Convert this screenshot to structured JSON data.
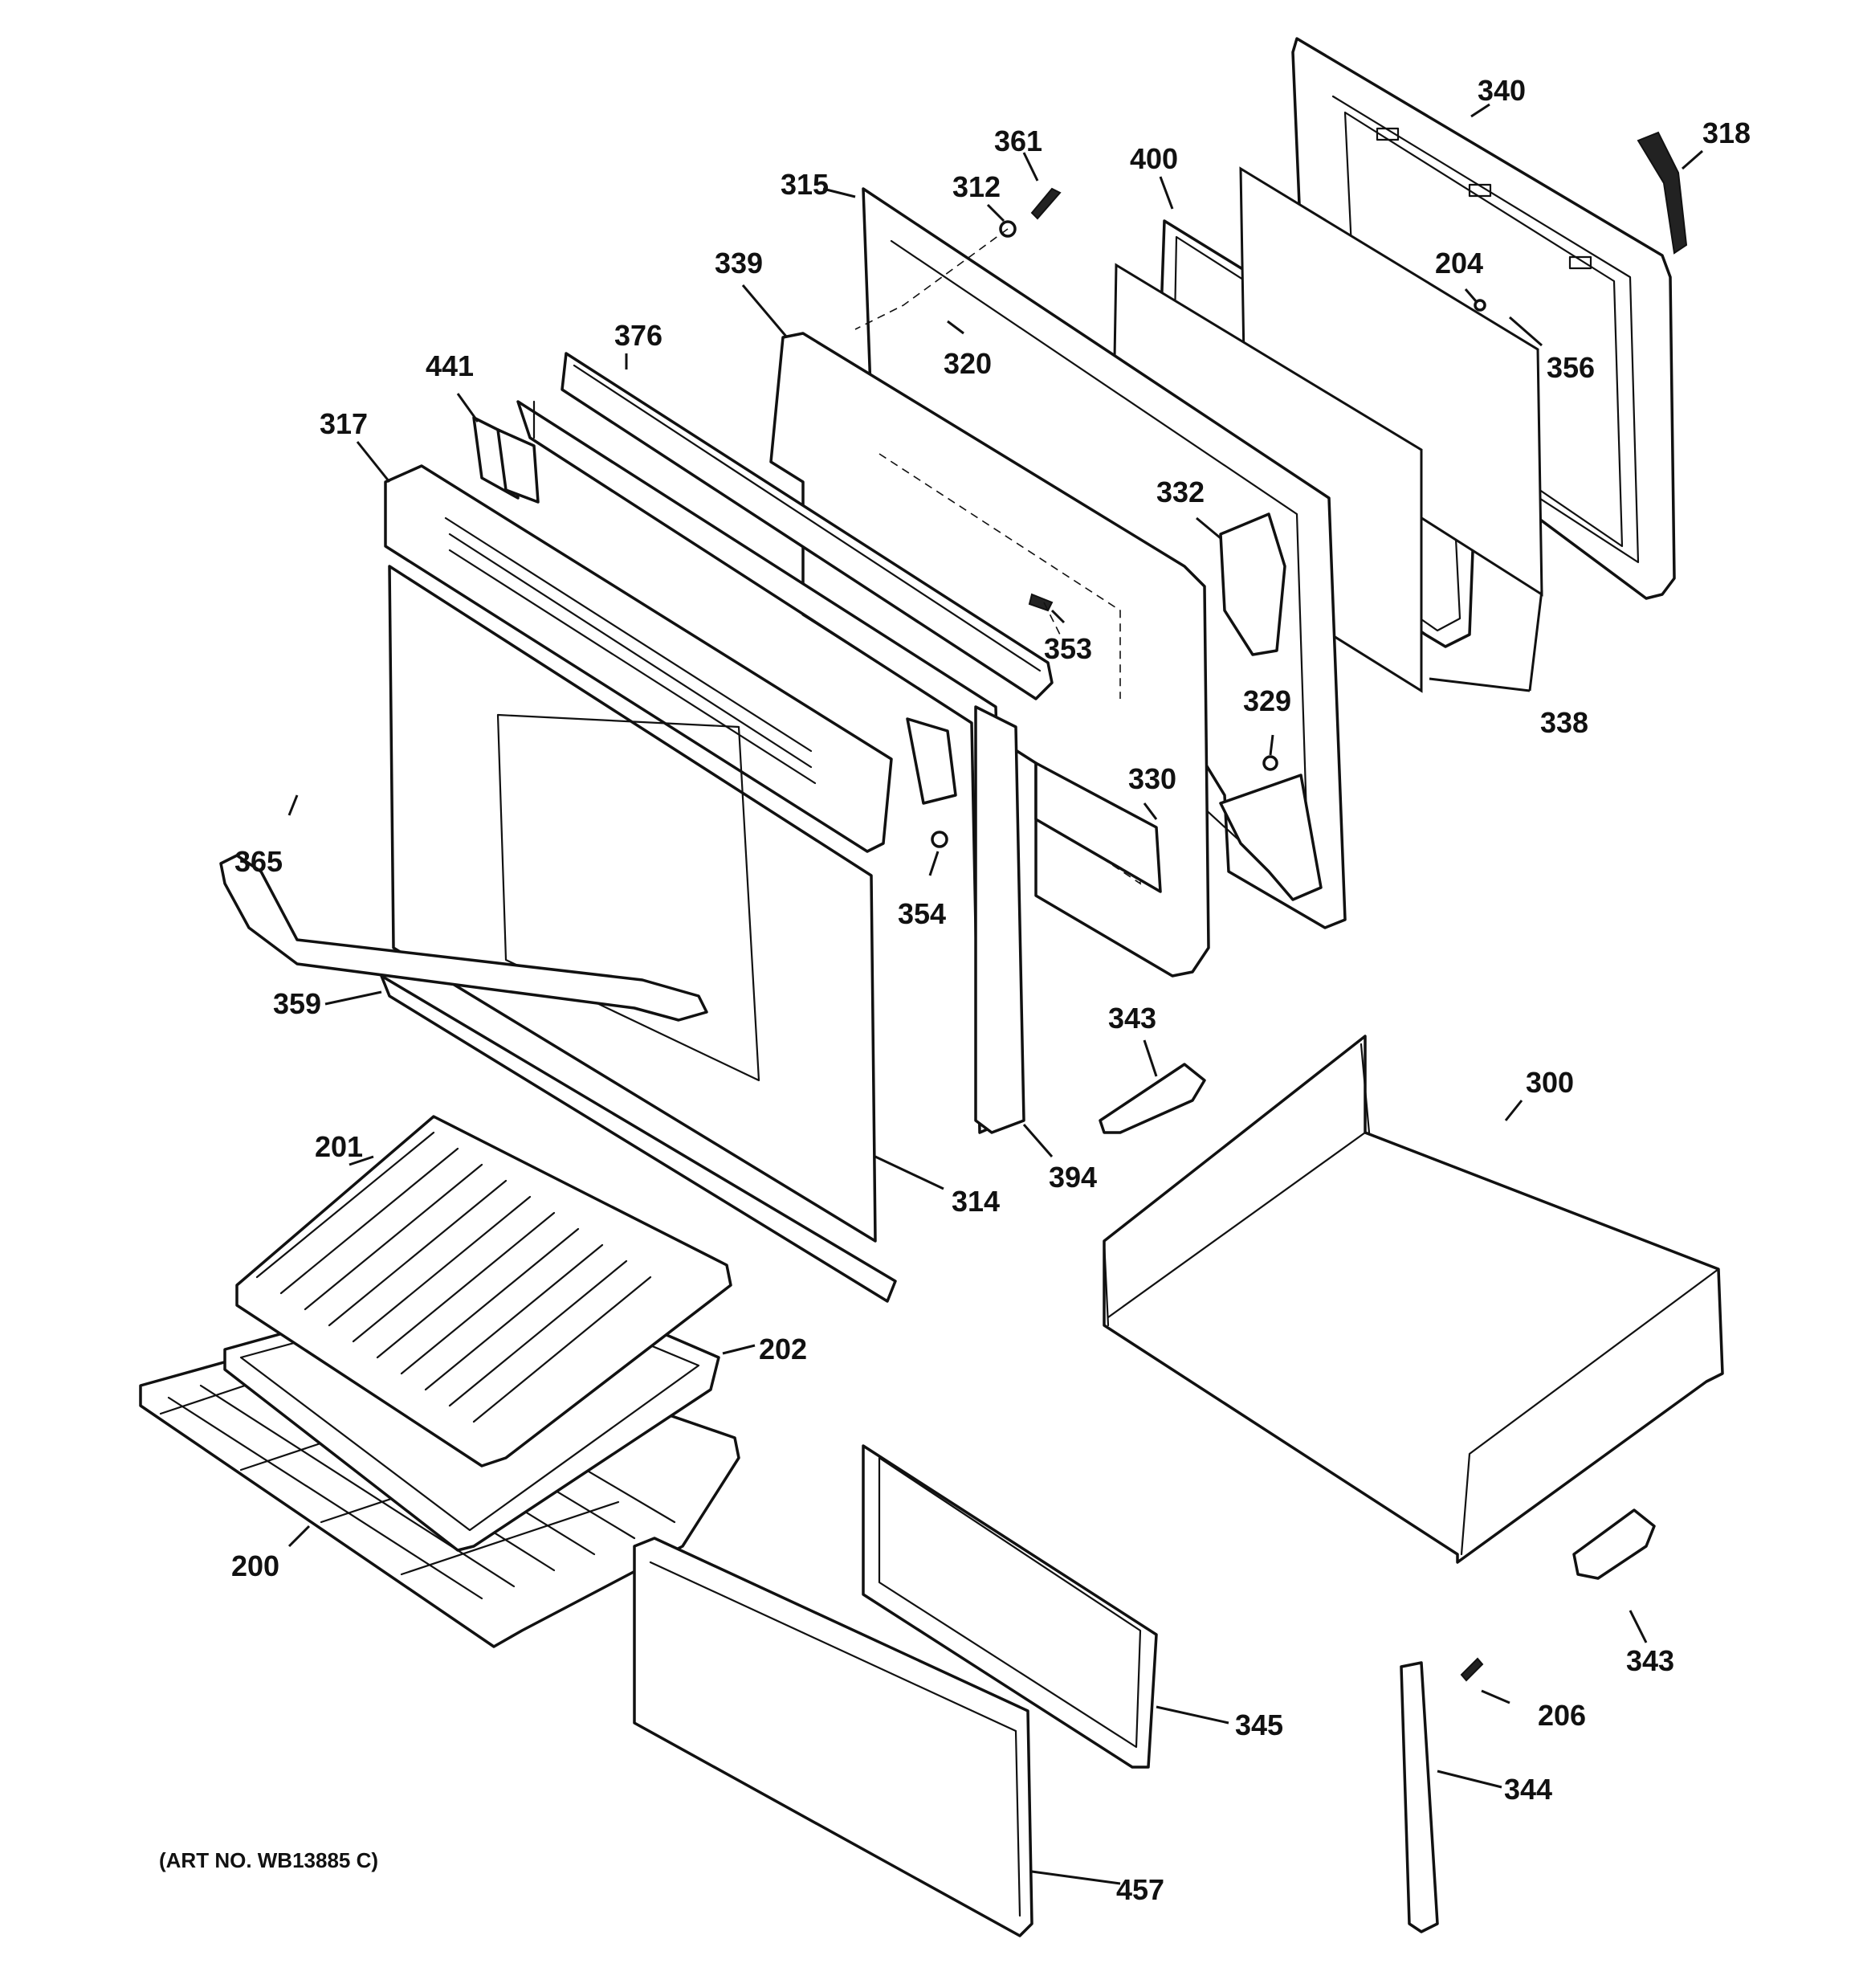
{
  "diagram": {
    "callouts": [
      "340",
      "318",
      "361",
      "312",
      "315",
      "400",
      "204",
      "339",
      "376",
      "320",
      "356",
      "441",
      "317",
      "332",
      "353",
      "338",
      "329",
      "330",
      "365",
      "354",
      "359",
      "343",
      "300",
      "201",
      "394",
      "314",
      "202",
      "200",
      "343",
      "206",
      "345",
      "344",
      "457"
    ],
    "art_number": "(ART NO. WB13885 C)"
  }
}
